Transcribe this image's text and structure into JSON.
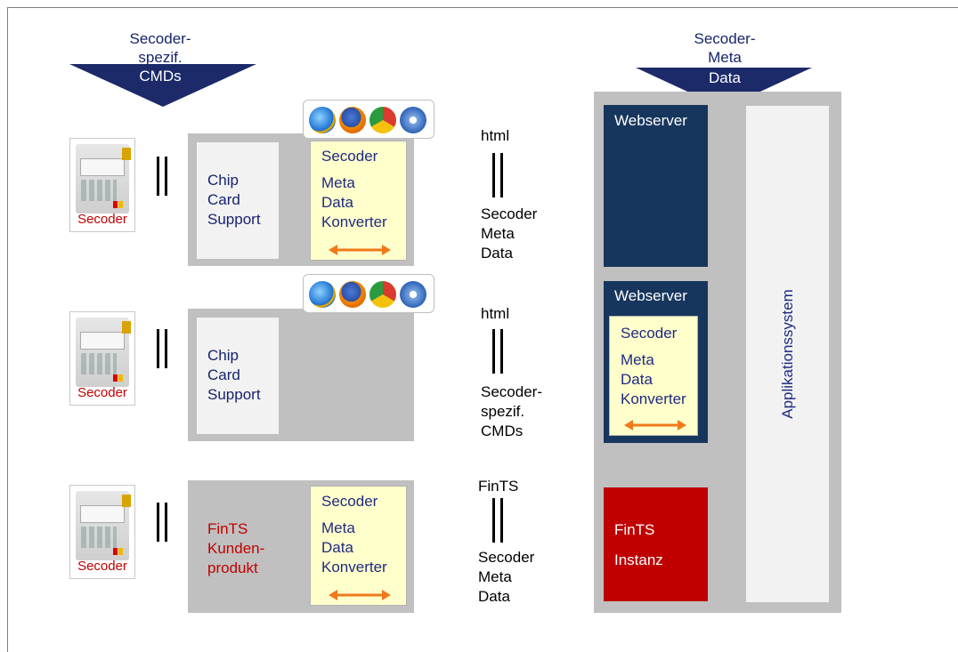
{
  "top_left_header": {
    "line1": "Secoder-",
    "line2": "spezif.",
    "line3": "CMDs"
  },
  "top_right_header": {
    "line1": "Secoder-",
    "line2": "Meta",
    "line3": "Data"
  },
  "device_label": "Secoder",
  "rows": [
    {
      "chip_card": [
        "Chip",
        "Card",
        "Support"
      ],
      "converter": {
        "title": "Secoder",
        "lines": [
          "Meta",
          "Data",
          "Konverter"
        ]
      },
      "protocol_top": "html",
      "protocol_bottom": [
        "Secoder",
        "Meta",
        "Data"
      ]
    },
    {
      "chip_card": [
        "Chip",
        "Card",
        "Support"
      ],
      "protocol_top": "html",
      "protocol_bottom": [
        "Secoder-",
        "spezif.",
        "CMDs"
      ]
    },
    {
      "fints_client": [
        "FinTS",
        "Kunden-",
        "produkt"
      ],
      "converter": {
        "title": "Secoder",
        "lines": [
          "Meta",
          "Data",
          "Konverter"
        ]
      },
      "protocol_top": "FinTS",
      "protocol_bottom": [
        "Secoder",
        "Meta",
        "Data"
      ]
    }
  ],
  "server": {
    "webserver1": "Webserver",
    "webserver2": "Webserver",
    "converter": {
      "title": "Secoder",
      "lines": [
        "Meta",
        "Data",
        "Konverter"
      ]
    },
    "fints_instance": [
      "FinTS",
      "Instanz"
    ],
    "applikation": "Applikationssystem"
  },
  "colors": {
    "navy": "#17365d",
    "darkred": "#c00000",
    "gray": "#c0c0c0",
    "yellow": "#ffffcc",
    "orange": "#f07a1a"
  }
}
